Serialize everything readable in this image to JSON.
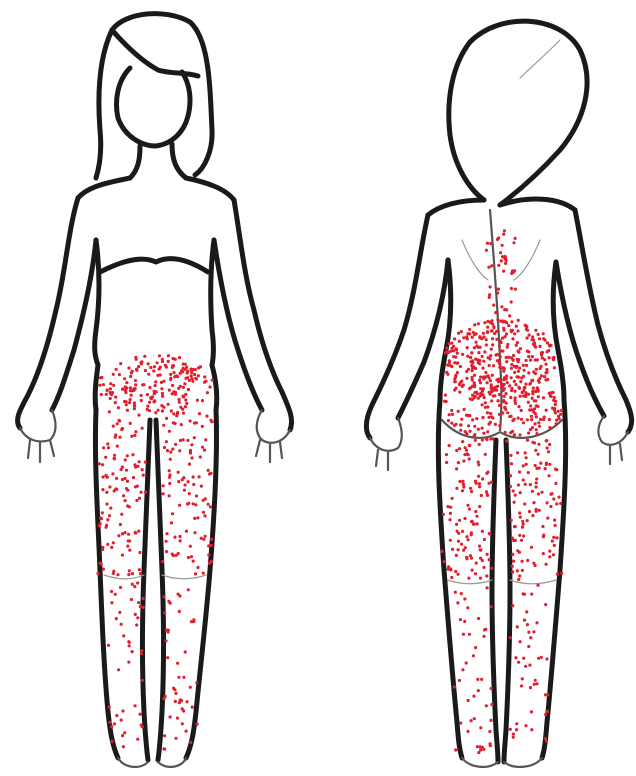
{
  "diagram": {
    "figures": [
      {
        "id": "front",
        "view": "front"
      },
      {
        "id": "back",
        "view": "back"
      }
    ],
    "pain_color": "#e0202e",
    "outline_color": "#1a1a1a",
    "background": "#ffffff",
    "pain_regions": {
      "front": [
        {
          "region": "lower-abdomen-pelvis",
          "density": "high"
        },
        {
          "region": "left-thigh-front",
          "density": "medium"
        },
        {
          "region": "right-thigh-front",
          "density": "medium"
        },
        {
          "region": "left-lower-leg-front",
          "density": "low"
        },
        {
          "region": "right-lower-leg-front",
          "density": "low"
        }
      ],
      "back": [
        {
          "region": "upper-spine",
          "density": "low"
        },
        {
          "region": "lower-back",
          "density": "very-high"
        },
        {
          "region": "buttocks",
          "density": "high"
        },
        {
          "region": "left-thigh-back",
          "density": "medium"
        },
        {
          "region": "right-thigh-back",
          "density": "medium"
        },
        {
          "region": "left-lower-leg-back",
          "density": "low"
        },
        {
          "region": "right-lower-leg-back",
          "density": "low"
        }
      ]
    }
  }
}
